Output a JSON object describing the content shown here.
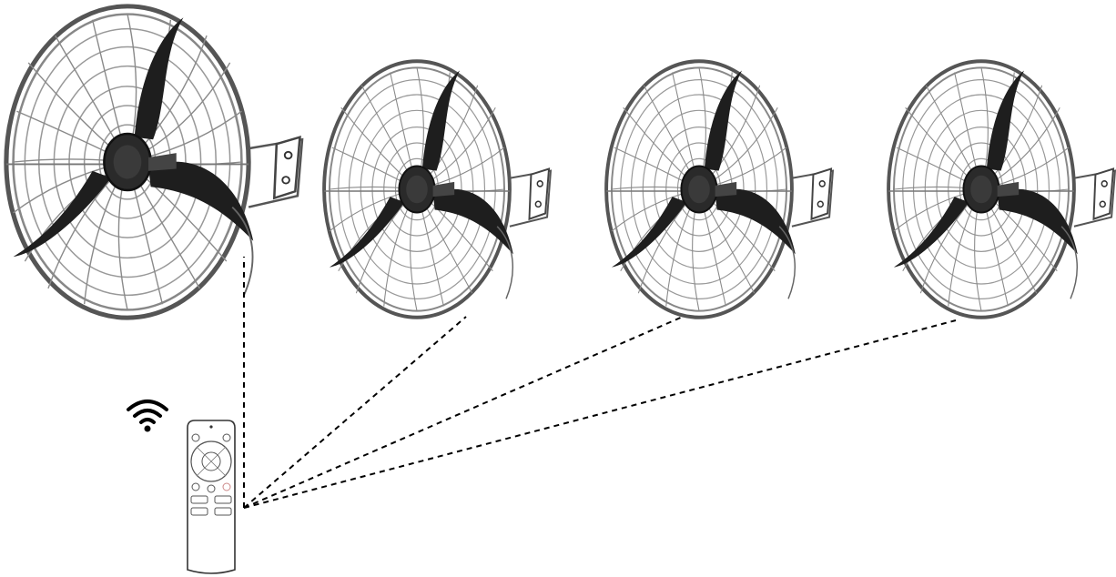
{
  "diagram": {
    "description_visible_text": "",
    "fan_count": 4,
    "remote_count": 1,
    "fans": [
      {
        "id": "fan-1"
      },
      {
        "id": "fan-2"
      },
      {
        "id": "fan-3"
      },
      {
        "id": "fan-4"
      }
    ],
    "remote": {
      "signal_icon": "wifi-signal-icon"
    },
    "connections": [
      {
        "from": "remote",
        "to": "fan-1",
        "style": "dashed"
      },
      {
        "from": "remote",
        "to": "fan-2",
        "style": "dashed"
      },
      {
        "from": "remote",
        "to": "fan-3",
        "style": "dashed"
      },
      {
        "from": "remote",
        "to": "fan-4",
        "style": "dashed"
      }
    ],
    "colors": {
      "blade": "#1e1e1e",
      "guard": "#6b6b6b",
      "line": "#000000",
      "background": "#ffffff"
    }
  }
}
